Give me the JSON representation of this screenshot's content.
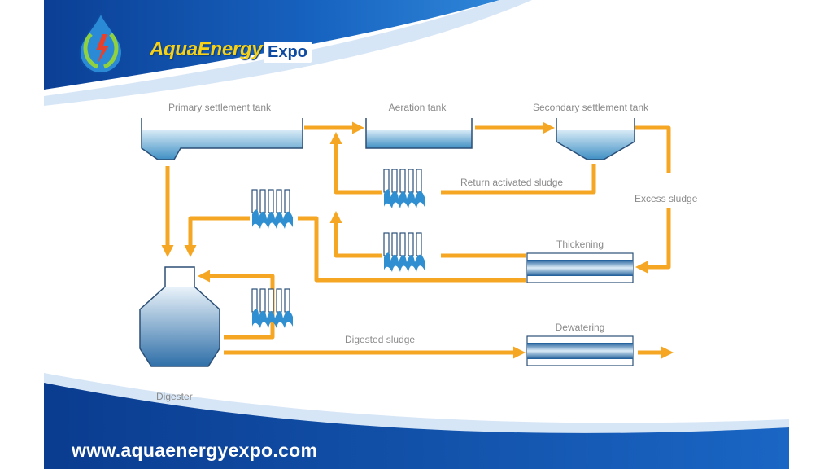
{
  "brand": {
    "name_part1": "AquaEnergy",
    "name_part2": "Expo",
    "url": "www.aquaenergyexpo.com"
  },
  "colors": {
    "flow": "#f5a623",
    "brand_blue": "#0e4aa0",
    "water_blue": "#3f8fc4",
    "label_gray": "#8a8a8a"
  },
  "diagram": {
    "labels": {
      "primary": "Primary settlement tank",
      "aeration": "Aeration tank",
      "secondary": "Secondary settlement tank",
      "return_sludge": "Return activated sludge",
      "excess_sludge": "Excess sludge",
      "thickening": "Thickening",
      "dewatering": "Dewatering",
      "digested_sludge": "Digested sludge",
      "digester": "Digester"
    }
  }
}
